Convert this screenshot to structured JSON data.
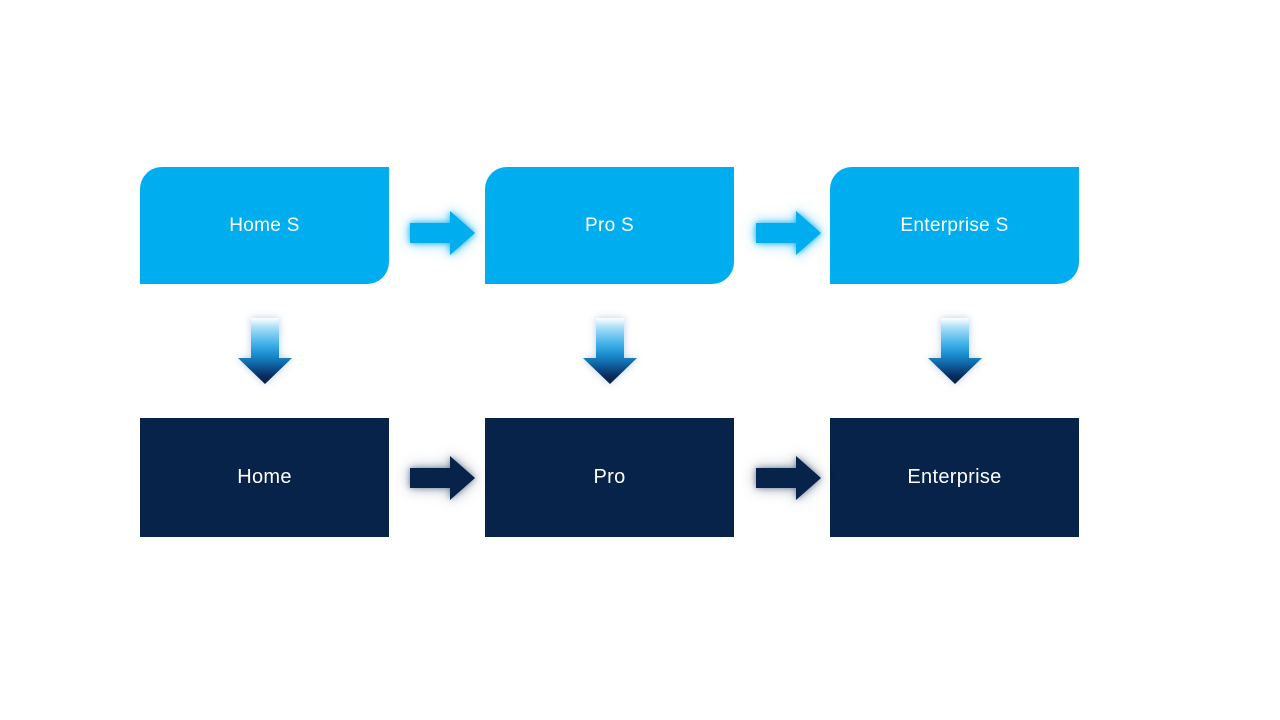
{
  "diagram": {
    "description": "Edition upgrade flow: S editions map down to full editions",
    "columns": [
      {
        "id": "home",
        "top_label": "Home S",
        "bottom_label": "Home"
      },
      {
        "id": "pro",
        "top_label": "Pro S",
        "bottom_label": "Pro"
      },
      {
        "id": "enterprise",
        "top_label": "Enterprise S",
        "bottom_label": "Enterprise"
      }
    ],
    "top_row_flow": [
      "Home S",
      "Pro S",
      "Enterprise S"
    ],
    "bottom_row_flow": [
      "Home",
      "Pro",
      "Enterprise"
    ]
  },
  "colors": {
    "light_blue": "#00AEEF",
    "dark_navy": "#072349",
    "text_white": "#FFFFFF",
    "canvas_bg": "#FFFFFF"
  }
}
